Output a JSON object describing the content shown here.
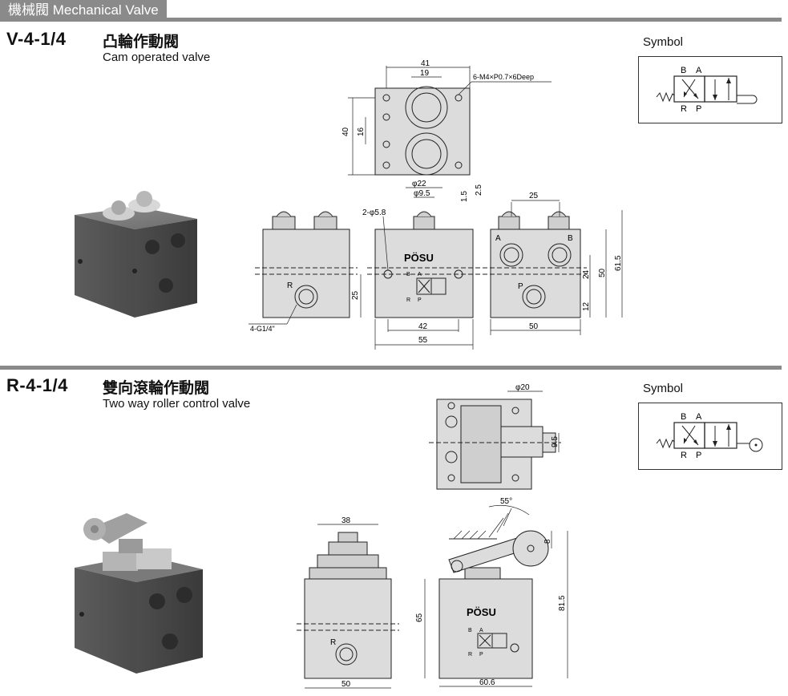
{
  "header": {
    "tab": "機械閥  Mechanical Valve"
  },
  "sections": [
    {
      "model": "V-4-1/4",
      "name_cn": "凸輪作動閥",
      "name_en": "Cam operated valve",
      "symbol_title": "Symbol",
      "symbol_ports": [
        "B",
        "A",
        "R",
        "P"
      ],
      "dims": {
        "top_width": "41",
        "top_inner": "19",
        "thread": "6-M4×P0.7×6Deep",
        "top_h": "40",
        "top_h_inner": "16",
        "phi22": "φ22",
        "phi95": "φ9.5",
        "hole": "2-φ5.8",
        "d15": "1.5",
        "d25b": "2.5",
        "d25": "25",
        "port_thread": "4-G1/4\"",
        "h25": "25",
        "w42": "42",
        "w55": "55",
        "w50": "50",
        "h24": "24",
        "h50": "50",
        "h615": "61.5",
        "h12": "12",
        "brand": "PÖSU"
      }
    },
    {
      "model": "R-4-1/4",
      "name_cn": "雙向滾輪作動閥",
      "name_en": "Two way roller control valve",
      "symbol_title": "Symbol",
      "symbol_ports": [
        "B",
        "A",
        "R",
        "P"
      ],
      "dims": {
        "phi20": "φ20",
        "d95": "9.5",
        "w38": "38",
        "angle": "55°",
        "d8": "8",
        "h65": "65",
        "h815": "81.5",
        "w50": "50",
        "w606": "60.6",
        "brand": "PÖSU"
      }
    }
  ]
}
